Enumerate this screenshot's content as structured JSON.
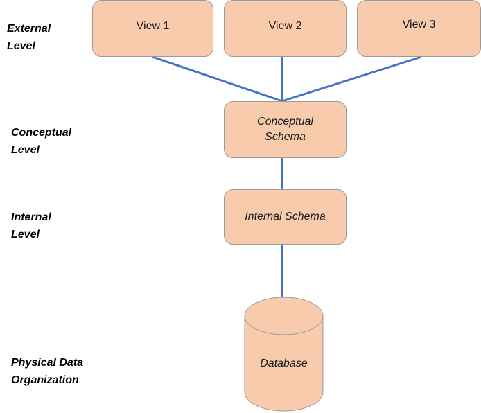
{
  "levels": {
    "external": {
      "line1": "External",
      "line2": "Level"
    },
    "conceptual": {
      "line1": "Conceptual",
      "line2": "Level"
    },
    "internal": {
      "line1": "Internal",
      "line2": "Level"
    },
    "physical": {
      "line1": "Physical Data",
      "line2": "Organization"
    }
  },
  "views": [
    {
      "label": "View 1"
    },
    {
      "label": "View 2"
    },
    {
      "label": "View 3"
    }
  ],
  "conceptual_schema": {
    "line1": "Conceptual",
    "line2": "Schema"
  },
  "internal_schema": {
    "label": "Internal Schema"
  },
  "database": {
    "label": "Database"
  },
  "colors": {
    "box_fill": "#f8cbad",
    "box_border": "#9a9a9a",
    "connector": "#4472c4"
  }
}
